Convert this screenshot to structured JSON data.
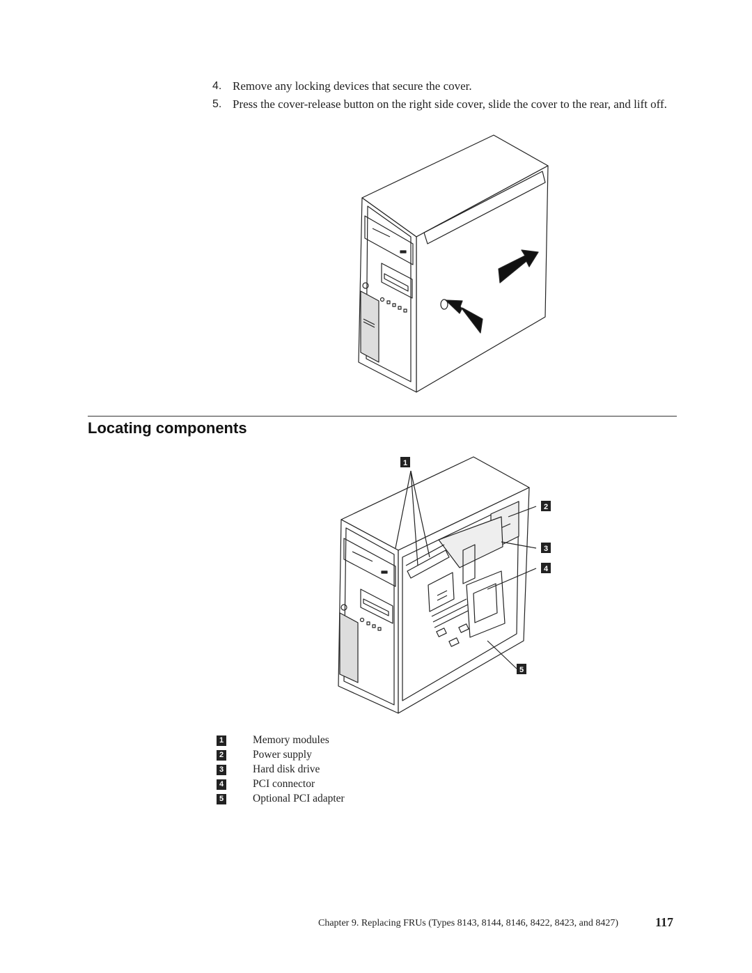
{
  "steps": [
    {
      "number": "4.",
      "text": "Remove any locking devices that secure the cover."
    },
    {
      "number": "5.",
      "text": "Press the cover-release button on the right side cover, slide the cover to the rear, and lift off."
    }
  ],
  "section_title": "Locating components",
  "figure_callouts": [
    "1",
    "2",
    "3",
    "4",
    "5"
  ],
  "legend": [
    {
      "key": "1",
      "label": "Memory modules"
    },
    {
      "key": "2",
      "label": "Power supply"
    },
    {
      "key": "3",
      "label": "Hard disk drive"
    },
    {
      "key": "4",
      "label": "PCI connector"
    },
    {
      "key": "5",
      "label": "Optional PCI adapter"
    }
  ],
  "footer": {
    "text": "Chapter 9. Replacing FRUs (Types 8143, 8144, 8146, 8422, 8423, and 8427)",
    "page_number": "117"
  }
}
